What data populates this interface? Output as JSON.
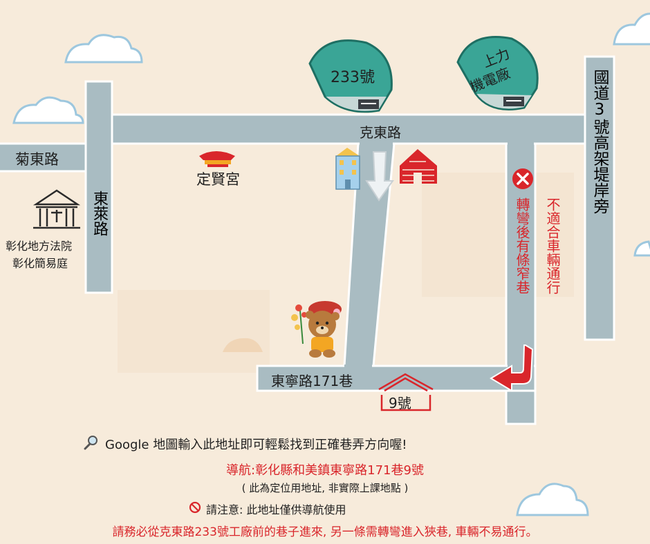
{
  "map": {
    "roads": {
      "kedong": "克東路",
      "judong": "菊東路",
      "donglai": "東萊路",
      "dongning_171": "東寧路171巷",
      "freeway": "國道3號高架堤岸旁"
    },
    "landmarks": {
      "bldg_233": "233號",
      "shangli_line1": "上力",
      "shangli_line2": "機電廠",
      "temple": "定賢宮",
      "court_line1": "彰化地方法院",
      "court_line2": "彰化簡易庭",
      "house_9": "9號"
    },
    "warnings": {
      "narrow_lane": "轉彎後有條窄巷",
      "no_vehicles": "不適合車輛通行"
    }
  },
  "footer": {
    "google_hint": "Google 地圖輸入此地址即可輕鬆找到正確巷弄方向喔!",
    "nav_address": "導航:彰化縣和美鎮東寧路171巷9號",
    "address_note": "( 此為定位用地址, 非實際上課地點 )",
    "notice": "請注意: 此地址僅供導航使用",
    "instruction": "請務必從克東路233號工廠前的巷子進來, 另一條需轉彎進入狹巷, 車輛不易通行。"
  },
  "colors": {
    "background": "#f7ebdb",
    "road": "#a9bcc2",
    "road_edge": "#ffffff",
    "building_teal": "#3aa596",
    "warning_red": "#d9262b",
    "cloud_blue": "#9dc7de"
  },
  "icons": {
    "search": "magnifier-icon",
    "no_entry": "no-entry-icon",
    "cross": "cross-circle-icon",
    "turn_arrow": "turn-arrow-icon",
    "down_arrow": "down-arrow-icon",
    "temple": "temple-roof-icon",
    "court": "courthouse-icon",
    "brick_house": "brick-house-icon",
    "apartment": "apartment-icon",
    "house": "house-outline-icon",
    "bear": "bear-mascot-icon",
    "cloud": "cloud-icon"
  }
}
